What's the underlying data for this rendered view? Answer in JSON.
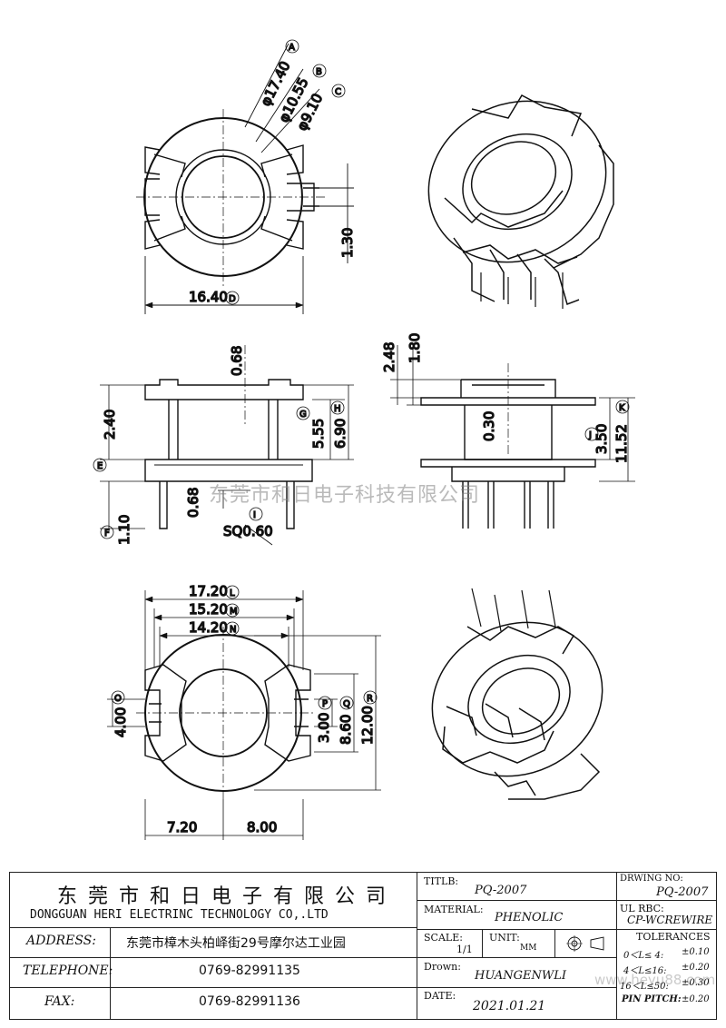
{
  "dimensions": {
    "top_view": {
      "d_a": "φ17.40",
      "mark_a": "A",
      "d_b": "φ10.55",
      "mark_b": "B",
      "d_c": "φ9.10",
      "mark_c": "C",
      "width": "16.40",
      "mark_width": "D",
      "pin_offset": "1.30"
    },
    "front_view": {
      "top_gap": "0.68",
      "flange": "2.40",
      "mark_flange": "E",
      "height_g": "5.55",
      "mark_g": "G",
      "height_h": "6.90",
      "mark_h": "H",
      "bottom_gap": "0.68",
      "pin_len": "1.10",
      "mark_pin_len": "F",
      "pin_sq": "SQ0.60",
      "mark_pin_sq": "I"
    },
    "side_view": {
      "d_248": "2.48",
      "d_180": "1.80",
      "d_030": "0.30",
      "d_350": "3.50",
      "mark_350": "J",
      "d_1152": "11.52",
      "mark_1152": "K"
    },
    "bottom_view": {
      "w_l": "17.20",
      "mark_l": "L",
      "w_m": "15.20",
      "mark_m": "M",
      "w_n": "14.20",
      "mark_n": "N",
      "h_o": "4.00",
      "mark_o": "O",
      "h_p": "3.00",
      "mark_p": "P",
      "h_q": "8.60",
      "mark_q": "Q",
      "h_r": "12.00",
      "mark_r": "R",
      "left": "7.20",
      "right": "8.00"
    }
  },
  "watermark": "东莞市和日电子科技有限公司",
  "watermark_site": "www.heyu88.com",
  "title_block": {
    "company_cn": "东莞市和日电子有限公司",
    "company_en": "DONGGUAN HERI ELECTRINC TECHNOLOGY CO,.LTD",
    "address_label": "ADDRESS:",
    "address": "东莞市樟木头柏峄街29号摩尔达工业园",
    "telephone_label": "TELEPHONE:",
    "telephone": "0769-82991135",
    "fax_label": "FAX:",
    "fax": "0769-82991136",
    "title_label": "TITLB:",
    "title": "PQ-2007",
    "drawing_no_label": "DRWING NO:",
    "drawing_no": "PQ-2007",
    "material_label": "MATERIAL:",
    "material": "PHENOLIC",
    "ul_label": "UL RBC:",
    "ul": "CP-WCREWIRE",
    "scale_label": "SCALE:",
    "scale": "1/1",
    "unit_label": "UNIT:",
    "unit": "MM",
    "tolerances_label": "TOLERANCES",
    "tol_1": "0＜L≤ 4:",
    "tol_1v": "±0.10",
    "tol_2": "4＜L≤16:",
    "tol_2v": "±0.20",
    "tol_3": "16＜L≤50:",
    "tol_3v": "±0.30",
    "tol_4": "PIN PITCH:",
    "tol_4v": "±0.20",
    "drawn_label": "Drown:",
    "drawn": "HUANGENWLI",
    "date_label": "DATE:",
    "date": "2021.01.21"
  }
}
